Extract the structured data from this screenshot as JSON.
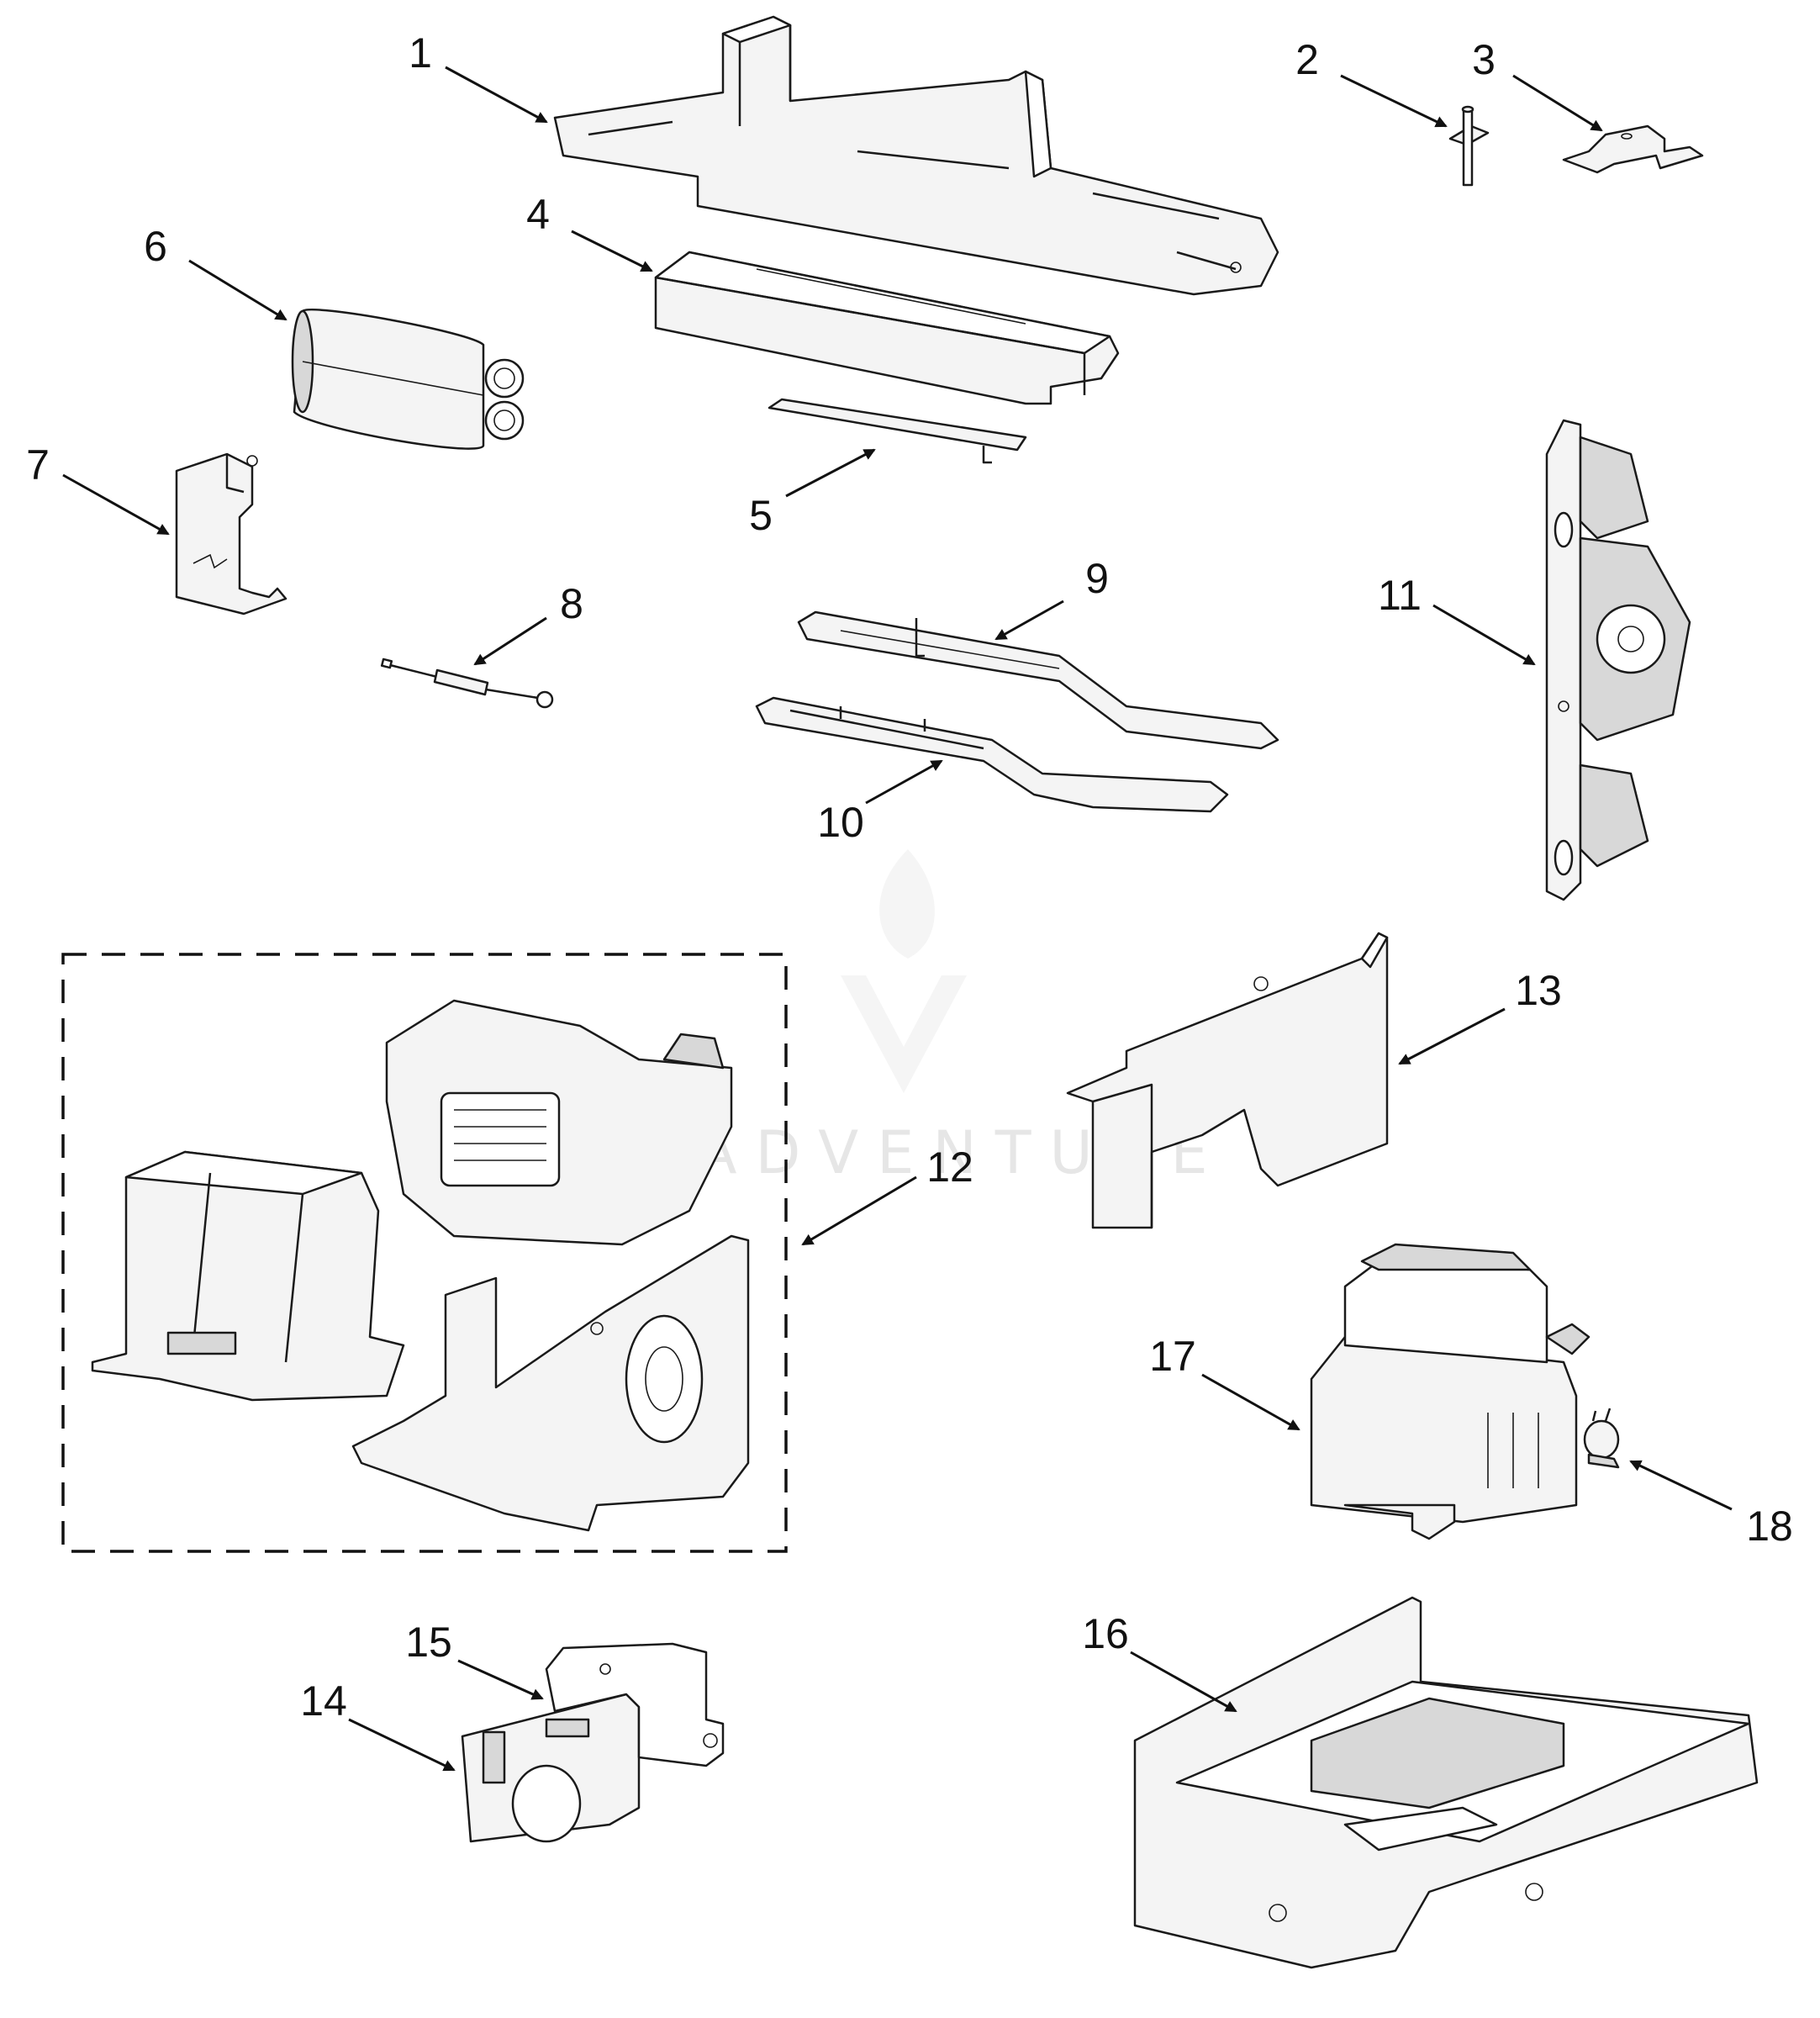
{
  "diagram": {
    "labels": {
      "l1": "1",
      "l2": "2",
      "l3": "3",
      "l4": "4",
      "l5": "5",
      "l6": "6",
      "l7": "7",
      "l8": "8",
      "l9": "9",
      "l10": "10",
      "l11": "11",
      "l12": "12",
      "l13": "13",
      "l14": "14",
      "l15": "15",
      "l16": "16",
      "l17": "17",
      "l18": "18"
    },
    "watermark": "LEADVENTURE"
  },
  "colors": {
    "line": "#1a1a1a",
    "fill": "#f4f4f4",
    "watermark": "#e6e6e6"
  }
}
